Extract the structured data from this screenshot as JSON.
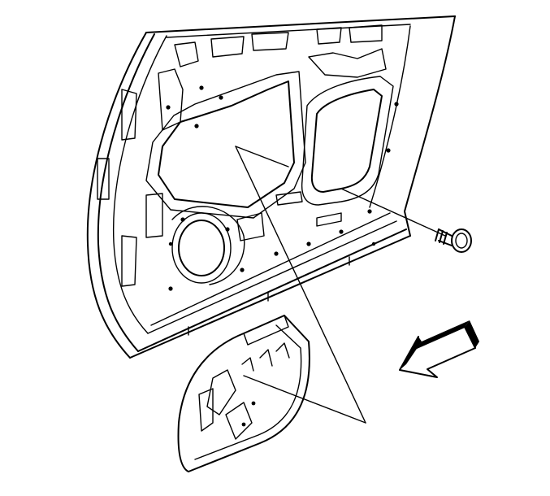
{
  "diagram": {
    "kind": "exploded-parts-illustration",
    "parts": [
      {
        "id": "door-inner-panel",
        "icon": "door-inner-panel-icon"
      },
      {
        "id": "water-deflector-opening",
        "icon": "deflector-opening-icon"
      },
      {
        "id": "speaker-opening",
        "icon": "speaker-opening-icon"
      },
      {
        "id": "trim-panel-insert",
        "icon": "trim-insert-icon"
      },
      {
        "id": "push-pin-retainer",
        "icon": "push-pin-icon"
      },
      {
        "id": "direction-arrow",
        "icon": "direction-arrow-icon"
      }
    ],
    "colors": {
      "line": "#000000",
      "fill": "#ffffff",
      "arrow_shade": "#000000"
    }
  }
}
